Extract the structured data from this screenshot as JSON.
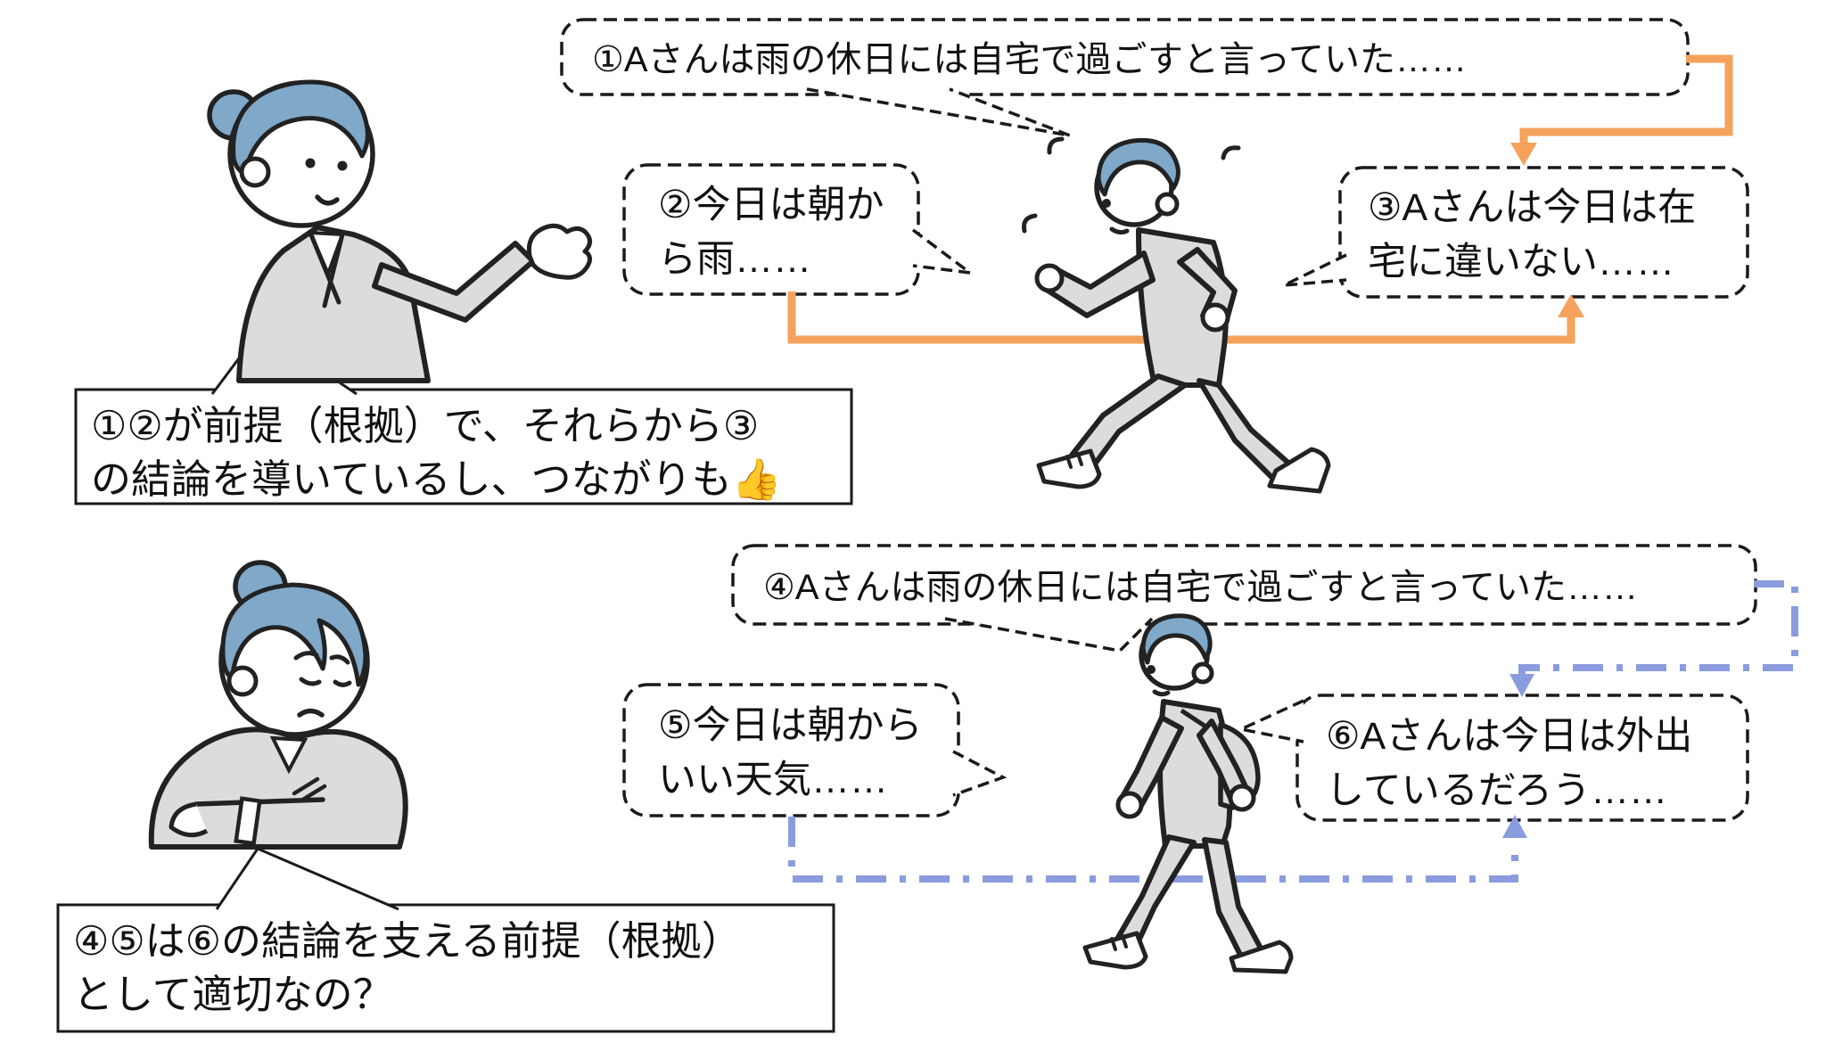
{
  "palette": {
    "orange_arrow": "#F5A25D",
    "blue_arrow": "#8B9CDE",
    "hair_blue": "#7FA8C9",
    "clothes_gray": "#DCDCDC",
    "line_black": "#1A1A1A"
  },
  "top": {
    "premise1": "①Aさんは雨の休日には自宅で過ごすと言っていた……",
    "premise2_l1": "②今日は朝か",
    "premise2_l2": "ら雨……",
    "conclusion_l1": "③Aさんは今日は在",
    "conclusion_l2": "宅に違いない……",
    "comment_l1": "①②が前提（根拠）で、それらから③",
    "comment_l2": "の結論を導いているし、つながりも👍"
  },
  "bottom": {
    "premise1": "④Aさんは雨の休日には自宅で過ごすと言っていた……",
    "premise2_l1": "⑤今日は朝から",
    "premise2_l2": "いい天気……",
    "conclusion_l1": "⑥Aさんは今日は外出",
    "conclusion_l2": "しているだろう……",
    "comment_l1": "④⑤は⑥の結論を支える前提（根拠）",
    "comment_l2": "として適切なの？"
  },
  "figures": {
    "top_left": "office-woman-presenting",
    "top_right": "man-running-with-sweat",
    "bottom_left": "office-woman-worried-arms-crossed",
    "bottom_right": "man-walking-with-bag"
  }
}
